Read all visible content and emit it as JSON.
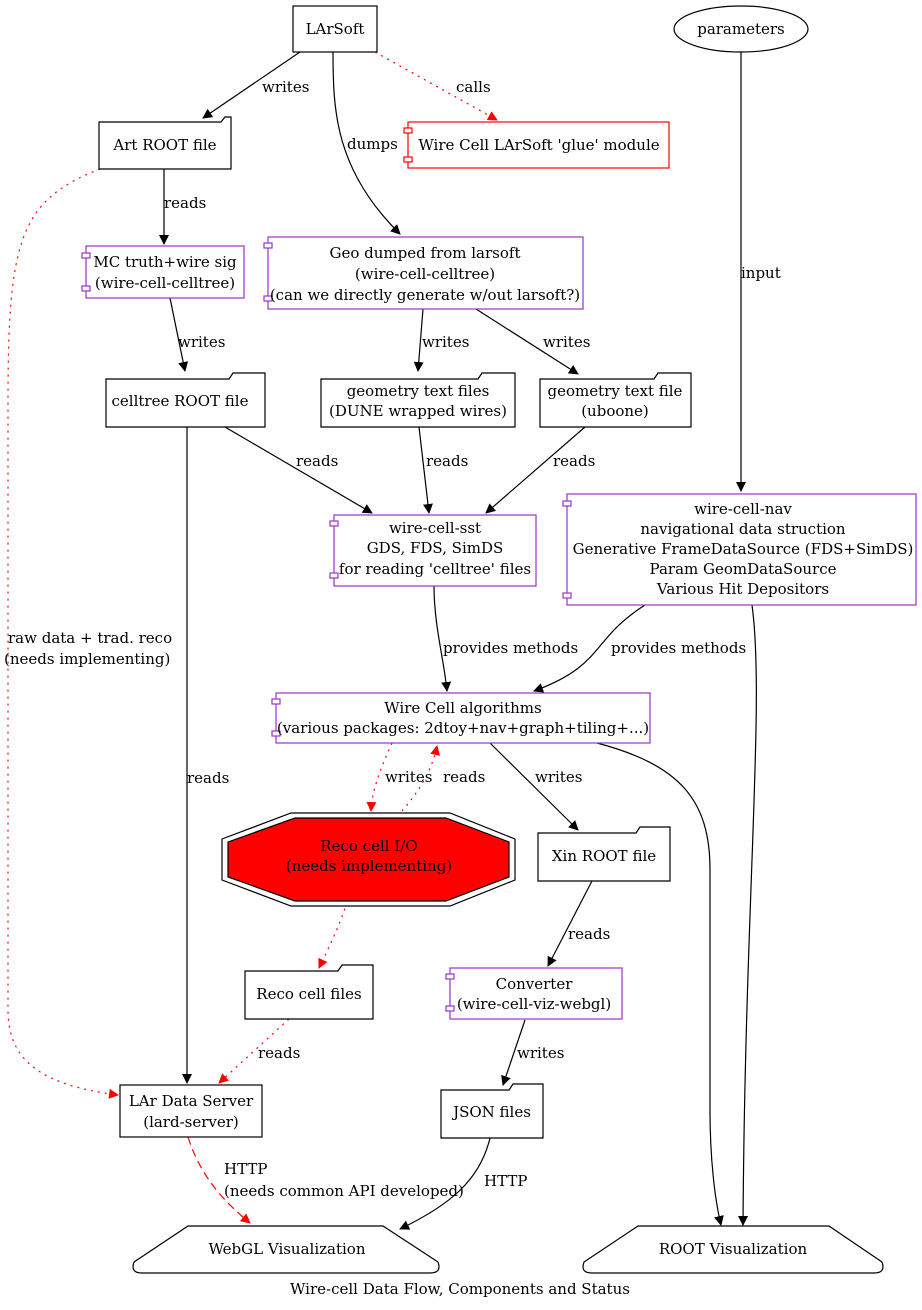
{
  "caption": "Wire-cell Data Flow, Components and Status",
  "colors": {
    "black": "#000000",
    "red": "#ff0000",
    "purple": "#9933cc",
    "reco_fill": "#ff0000"
  },
  "nodes": {
    "larsoft": "LArSoft",
    "parameters": "parameters",
    "art_root": "Art ROOT file",
    "glue": "Wire Cell LArSoft 'glue' module",
    "mc_truth": [
      "MC truth+wire sig",
      "(wire-cell-celltree)"
    ],
    "geo_dumped": [
      "Geo dumped from larsoft",
      "(wire-cell-celltree)",
      "(can we directly generate w/out larsoft?)"
    ],
    "celltree_root": "celltree ROOT file",
    "geom_dune": [
      "geometry text files",
      "(DUNE wrapped wires)"
    ],
    "geom_uboone": [
      "geometry text file",
      "(uboone)"
    ],
    "nav": [
      "wire-cell-nav",
      "navigational data struction",
      "Generative FrameDataSource (FDS+SimDS)",
      "Param GeomDataSource",
      "Various Hit Depositors"
    ],
    "sst": [
      "wire-cell-sst",
      "GDS, FDS, SimDS",
      "for reading 'celltree' files"
    ],
    "algorithms": [
      "Wire Cell algorithms",
      "(various packages: 2dtoy+nav+graph+tiling+...)"
    ],
    "reco_io": [
      "Reco cell I/O",
      "(needs implementing)"
    ],
    "xin_root": "Xin ROOT file",
    "converter": [
      "Converter",
      "(wire-cell-viz-webgl)"
    ],
    "reco_files": "Reco cell files",
    "lard": [
      "LAr Data Server",
      "(lard-server)"
    ],
    "json_files": "JSON files",
    "webgl": "WebGL Visualization",
    "root_vis": "ROOT Visualization"
  },
  "edges": {
    "writes": "writes",
    "calls": "calls",
    "dumps": "dumps",
    "reads": "reads",
    "input": "input",
    "provides": "provides methods",
    "http": "HTTP",
    "raw_data": [
      "raw data + trad. reco",
      "(needs implementing)"
    ],
    "http_api": [
      "HTTP",
      "(needs common API developed)"
    ]
  }
}
